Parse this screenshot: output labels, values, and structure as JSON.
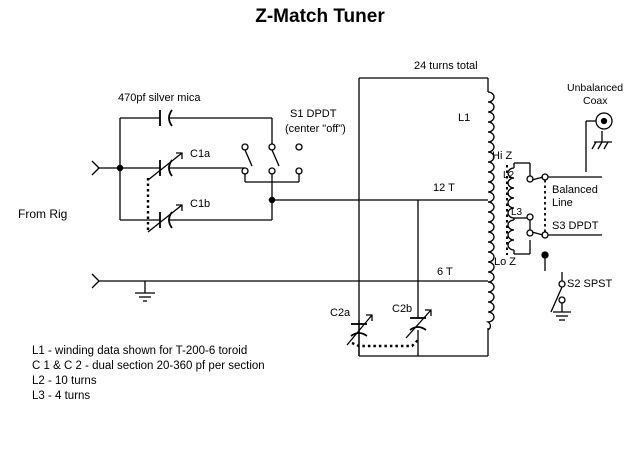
{
  "title": "Z-Match Tuner",
  "labels": {
    "turns_total": "24 turns total",
    "cap_470": "470pf silver mica",
    "s1_line1": "S1 DPDT",
    "s1_line2": "(center \"off\")",
    "c1a": "C1a",
    "c1b": "C1b",
    "from_rig": "From Rig",
    "l1": "L1",
    "tap_12": "12 T",
    "tap_6": "6 T",
    "hi_z": "Hi Z",
    "lo_z": "Lo Z",
    "l2": "L2",
    "l3": "L3",
    "unbalanced_1": "Unbalanced",
    "unbalanced_2": "Coax",
    "balanced_1": "Balanced",
    "balanced_2": "Line",
    "s3": "S3 DPDT",
    "s2": "S2 SPST",
    "c2a": "C2a",
    "c2b": "C2b"
  },
  "notes": [
    "L1 - winding data shown for T-200-6 toroid",
    "C 1 & C 2 - dual section 20-360 pf per section",
    "L2 - 10 turns",
    "L3 - 4 turns"
  ]
}
